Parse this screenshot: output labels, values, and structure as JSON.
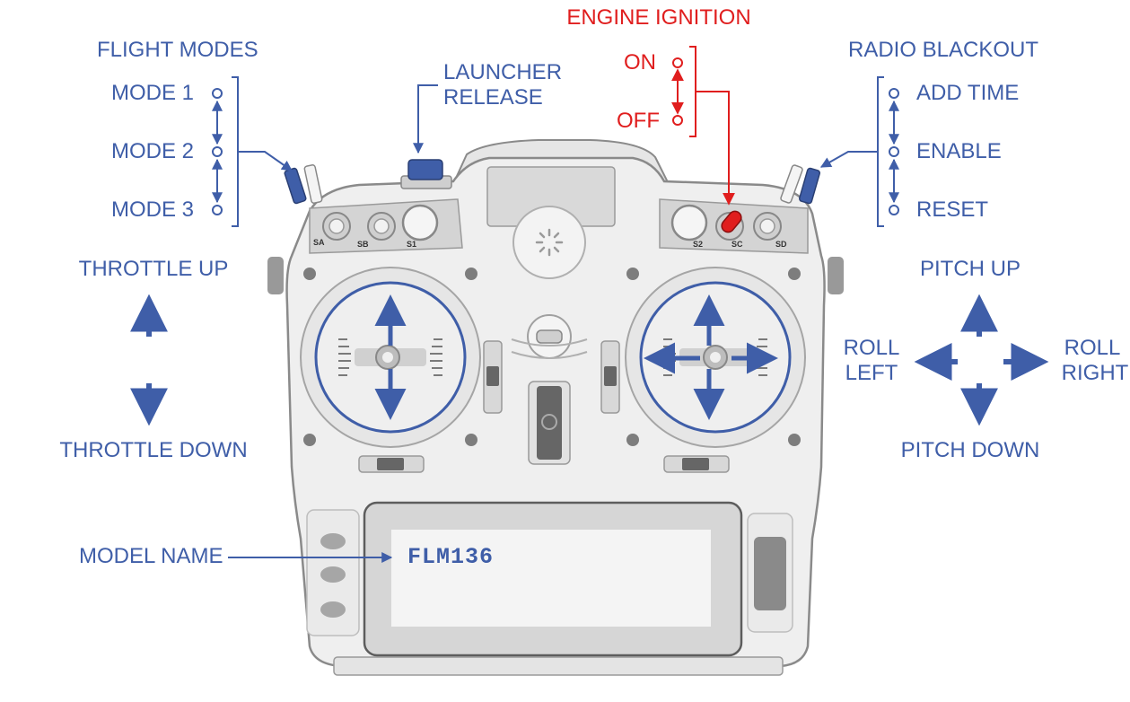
{
  "colors": {
    "accent": "#3f5ea8",
    "alert": "#e01e1e",
    "body": "#e9e9e9"
  },
  "labels": {
    "flight_modes": {
      "heading": "FLIGHT MODES",
      "modes": [
        "MODE 1",
        "MODE 2",
        "MODE 3"
      ]
    },
    "launcher_release": {
      "line1": "LAUNCHER",
      "line2": "RELEASE"
    },
    "engine_ignition": {
      "heading": "ENGINE IGNITION",
      "on": "ON",
      "off": "OFF"
    },
    "radio_blackout": {
      "heading": "RADIO BLACKOUT",
      "options": [
        "ADD TIME",
        "ENABLE",
        "RESET"
      ]
    },
    "left_stick": {
      "up": "THROTTLE UP",
      "down": "THROTTLE DOWN"
    },
    "right_stick": {
      "up": "PITCH UP",
      "down": "PITCH DOWN",
      "left_1": "ROLL",
      "left_2": "LEFT",
      "right_1": "ROLL",
      "right_2": "RIGHT"
    },
    "model_name": {
      "label": "MODEL NAME",
      "value": "FLM136"
    }
  },
  "controller": {
    "switch_labels": [
      "SA",
      "SB",
      "S1",
      "S2",
      "SC",
      "SD"
    ]
  }
}
